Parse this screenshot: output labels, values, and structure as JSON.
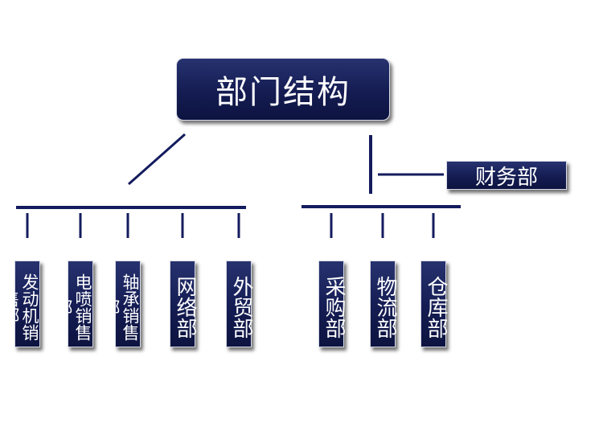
{
  "root": {
    "label": "部门结构"
  },
  "side_unit": {
    "label": "财务部"
  },
  "groups": [
    {
      "units": [
        "发动机销售部",
        "电喷销售部",
        "轴承销售部",
        "网络部",
        "外贸部"
      ]
    },
    {
      "units": [
        "采购部",
        "物流部",
        "仓库部"
      ]
    }
  ],
  "colors": {
    "box_fill": "#141c52",
    "line": "#141c5e",
    "text": "#ffffff"
  }
}
